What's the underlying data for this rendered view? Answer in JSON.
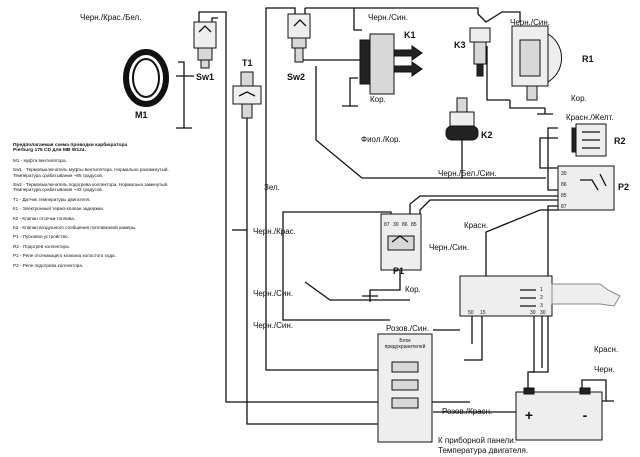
{
  "legend": {
    "title_line1": "Предполагаемая схема проводки карбюратора",
    "title_line2": "Pierburg 175 CD для MB W124.",
    "items": [
      "М1 - муфта вентилятора.",
      "Sw1 - Термовыключатель муфты вентилятора. Нормально разомкнутый. Температура срабатывания ~85 градусов.",
      "Sw2 - Термовыключатель подогрева коллектора. Нормально замкнутый. Температура срабатывания ~43 градусов.",
      "Т1 - Датчик температуры двигателя.",
      "К1 - Электронный термо-клапан задержки.",
      "К2 - Клапан отсечки топлива.",
      "К3 - Клапан воздушного сообщения поплавковой камеры.",
      "Р1 - Пусковое устройство.",
      "R2 - Подогрев коллектора.",
      "Р1 - Реле отсекающего клапана холостого хода.",
      "Р2 - Реле подогрева коллектора."
    ]
  },
  "components": {
    "m1": "M1",
    "sw1": "Sw1",
    "t1": "T1",
    "sw2": "Sw2",
    "k1": "K1",
    "k3": "K3",
    "r1": "R1",
    "k2": "K2",
    "r2": "R2",
    "p2": "P2",
    "p1": "P1"
  },
  "wires": {
    "black_red_white": "Черн./Крас./Бел.",
    "black_blue_top": "Черн./Син.",
    "black_blue_r1": "Черн./Син.",
    "brown_k1": "Кор.",
    "brown_r1": "Кор.",
    "red_yellow": "Красн./Желт.",
    "violet_brown": "Фиол./Кор.",
    "black_white_blue": "Черн./Бел./Син.",
    "green": "Зел.",
    "black_red": "Черн./Крас.",
    "red_p2": "Красн.",
    "black_blue_p2": "Черн./Син.",
    "brown_p1": "Кор.",
    "black_blue_mid": "Черн./Син.",
    "black_blue_low": "Черн./Син.",
    "pink_blue": "Розов./Син.",
    "pink_red": "Розов./Красн.",
    "red_battery": "Красн.",
    "black_battery": "Черн."
  },
  "fusebox": {
    "line1": "Блок",
    "line2": "предохранителей"
  },
  "dashboard": {
    "line1": "К приборной панели.",
    "line2": "Температура двигателя."
  },
  "battery": {
    "plus": "+",
    "minus": "-"
  },
  "pins": {
    "p1": [
      "87",
      "30",
      "86",
      "85"
    ],
    "p2": [
      "30",
      "86",
      "85",
      "87"
    ],
    "ign_bottom": [
      "50",
      "15",
      "30",
      "30"
    ],
    "ign_side": [
      "1",
      "2",
      "3"
    ]
  }
}
